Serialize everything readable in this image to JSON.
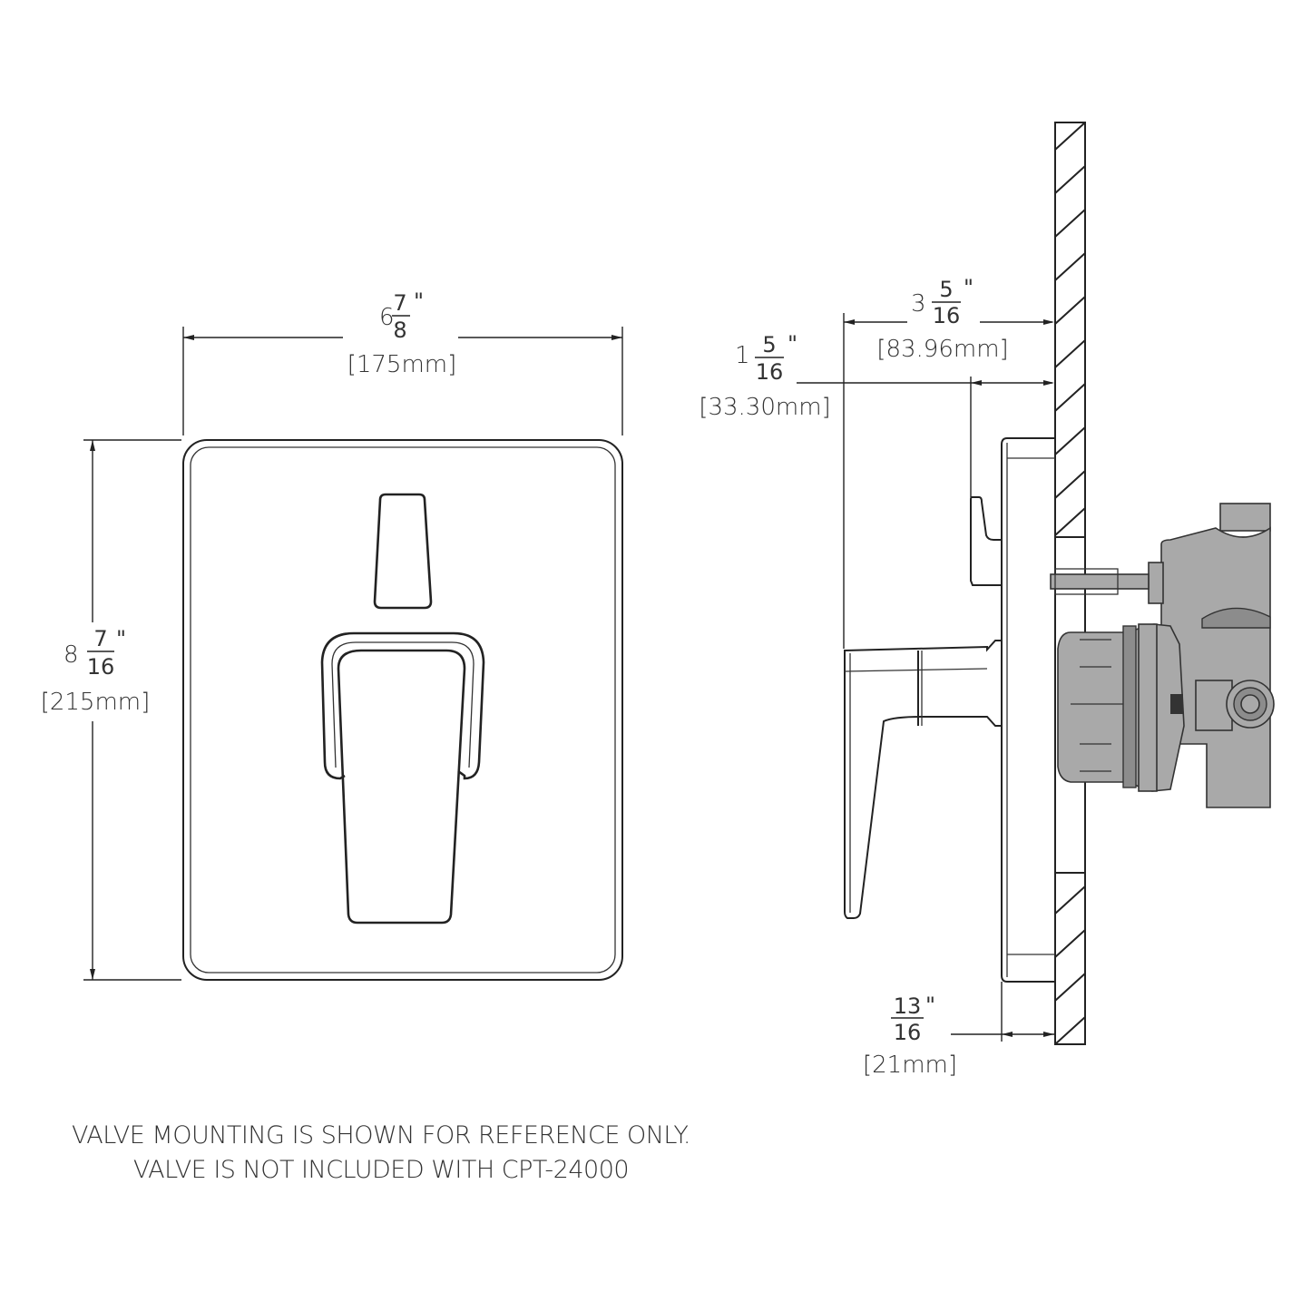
{
  "title": "Valve trim dimension drawing",
  "front_view": {
    "width_dimension": {
      "whole": "6",
      "numerator": "7",
      "denominator": "8",
      "unit": "\"",
      "metric": "[175mm]"
    },
    "height_dimension": {
      "whole": "8",
      "numerator": "7",
      "denominator": "16",
      "unit": "\"",
      "metric": "[215mm]"
    }
  },
  "side_view": {
    "projection_dimension": {
      "whole": "3",
      "numerator": "5",
      "denominator": "16",
      "unit": "\"",
      "metric": "[83.96mm]"
    },
    "diverter_dimension": {
      "whole": "1",
      "numerator": "5",
      "denominator": "16",
      "unit": "\"",
      "metric": "[33.30mm]"
    },
    "plate_thickness_dimension": {
      "whole": "",
      "numerator": "13",
      "denominator": "16",
      "unit": "\"",
      "metric": "[21mm]"
    }
  },
  "notes": {
    "line1": "VALVE MOUNTING IS SHOWN FOR REFERENCE ONLY.",
    "line2": "VALVE IS NOT INCLUDED WITH CPT-24000"
  },
  "colors": {
    "line": "#222222",
    "valve_fill": "#a9a9a9",
    "background": "#ffffff"
  }
}
